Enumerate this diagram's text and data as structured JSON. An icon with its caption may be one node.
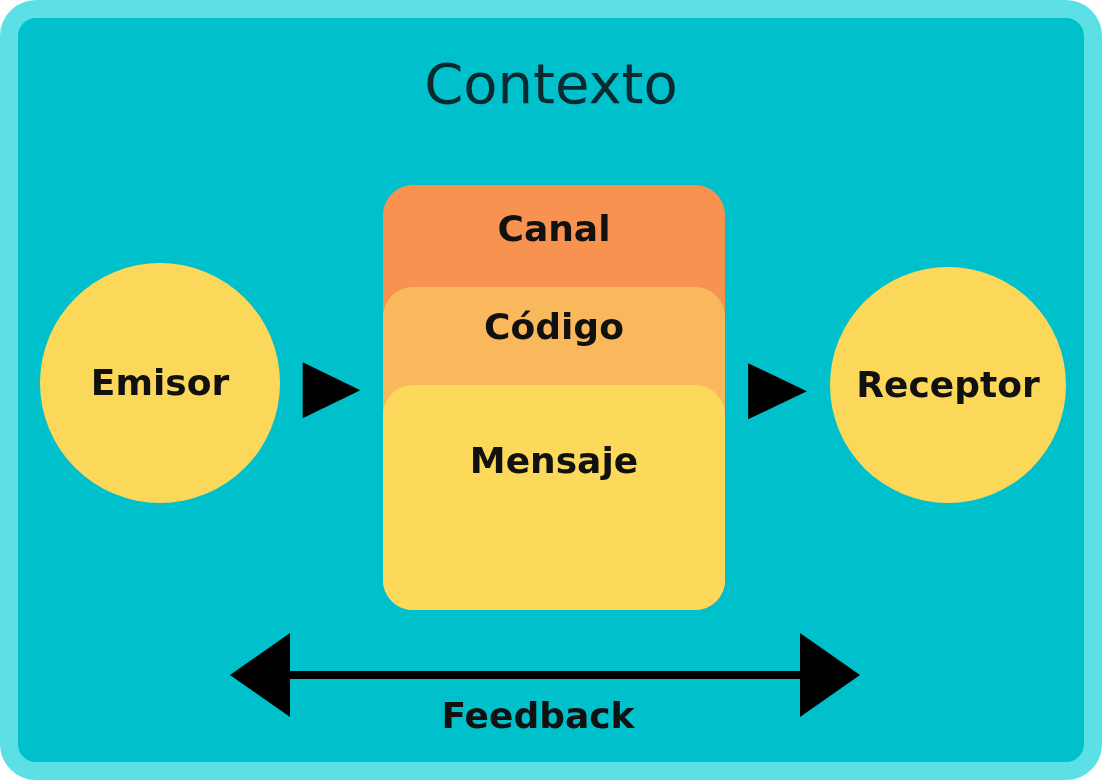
{
  "diagram": {
    "nodes": [
      {
        "text": [
          "Contexto"
        ]
      },
      {
        "text": [
          "Emisor"
        ],
        "in": 0
      },
      {
        "text": [
          "Canal"
        ],
        "in": 0
      },
      {
        "text": [
          "Código"
        ],
        "in": 2
      },
      {
        "text": [
          "Mensaje"
        ],
        "in": 3
      },
      {
        "text": [
          "Receptor"
        ],
        "in": 0
      }
    ],
    "edges": [
      {
        "from": 1,
        "to": 2,
        "arrow": "to"
      },
      {
        "from": 2,
        "to": 5,
        "arrow": "to"
      }
    ],
    "labels": [
      "Feedback"
    ]
  }
}
